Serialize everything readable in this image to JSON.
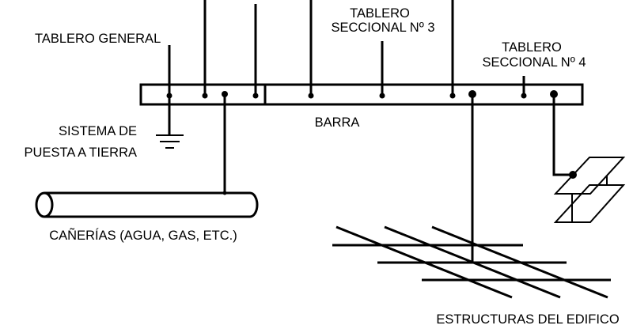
{
  "diagram": {
    "title": "Barra de equipotencialización",
    "labels": {
      "tablero_general": "TABLERO GENERAL",
      "tablero_3_line1": "TABLERO",
      "tablero_3_line2": "SECCIONAL Nº 3",
      "tablero_4_line1": "TABLERO",
      "tablero_4_line2": "SECCIONAL Nº 4",
      "barra": "BARRA",
      "tierra_line1": "SISTEMA DE",
      "tierra_line2": "PUESTA A TIERRA",
      "canerias": "CAÑERÍAS (AGUA, GAS, ETC.)",
      "estructuras": "ESTRUCTURAS DEL EDIFICO"
    },
    "components": [
      {
        "id": "barra",
        "type": "bus-bar"
      },
      {
        "id": "tablero-general",
        "type": "panel-connection"
      },
      {
        "id": "tablero-seccional-1",
        "type": "panel-connection"
      },
      {
        "id": "tablero-seccional-2",
        "type": "panel-connection"
      },
      {
        "id": "tablero-seccional-3",
        "type": "panel-connection"
      },
      {
        "id": "tablero-seccional-4",
        "type": "panel-connection"
      },
      {
        "id": "sistema-puesta-a-tierra",
        "type": "ground"
      },
      {
        "id": "canerias",
        "type": "pipe"
      },
      {
        "id": "estructuras-edificio",
        "type": "rebar-grid"
      },
      {
        "id": "viga-metalica",
        "type": "steel-beam"
      }
    ],
    "colors": {
      "line": "#000000",
      "background": "#ffffff"
    }
  }
}
